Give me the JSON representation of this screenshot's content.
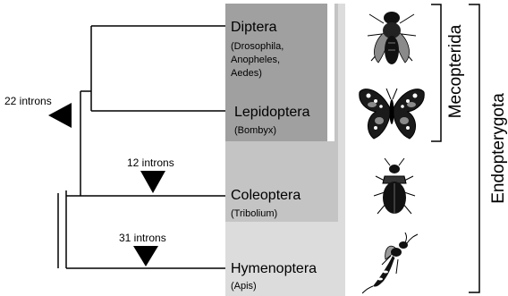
{
  "taxa": [
    {
      "order": "Diptera",
      "genera": "(Drosophila,\nAnopheles,\nAedes)"
    },
    {
      "order": "Lepidoptera",
      "genera": "(Bombyx)"
    },
    {
      "order": "Coleoptera",
      "genera": "(Tribolium)"
    },
    {
      "order": "Hymenoptera",
      "genera": "(Apis)"
    }
  ],
  "intron_events": [
    {
      "label": "22 introns"
    },
    {
      "label": "12 introns"
    },
    {
      "label": "31 introns"
    }
  ],
  "clades": {
    "mecopterida": "Mecopterida",
    "endopterygota": "Endopterygota"
  },
  "insect_icons": [
    "fly-icon",
    "butterfly-icon",
    "beetle-icon",
    "wasp-icon"
  ],
  "colors": {
    "panel_dark": "#a0a0a0",
    "panel_mid": "#c4c4c4",
    "panel_light": "#dcdcdc",
    "lines": "#000000"
  }
}
